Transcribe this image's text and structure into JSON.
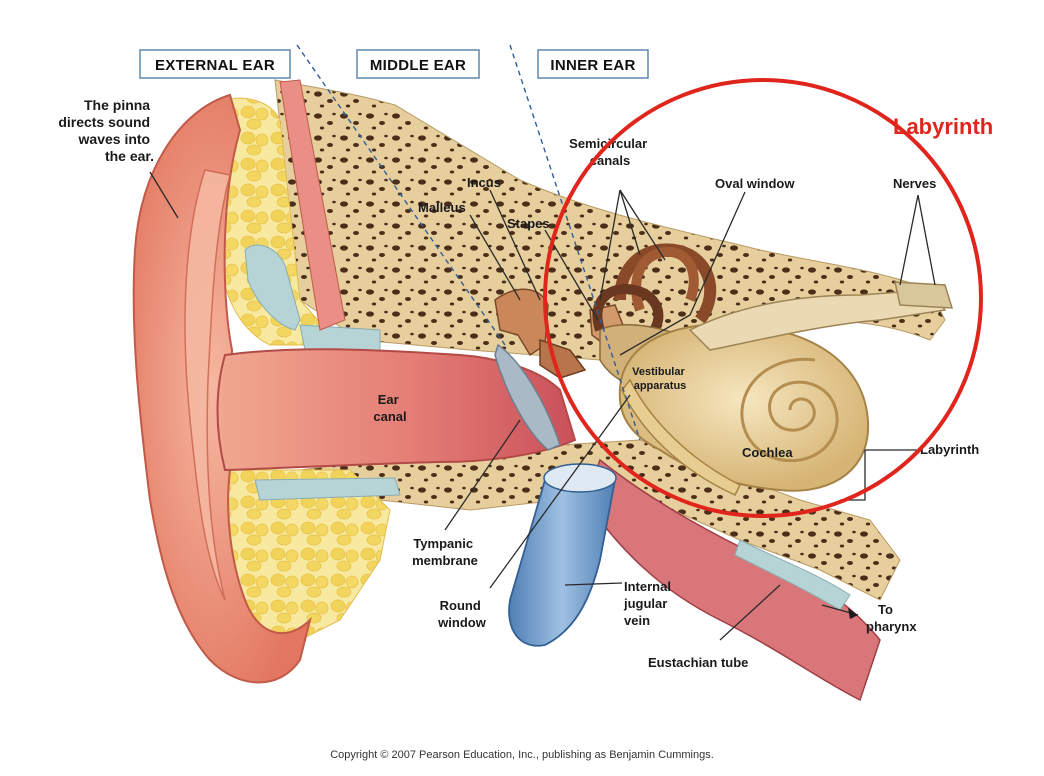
{
  "sections": {
    "external": "EXTERNAL EAR",
    "middle": "MIDDLE EAR",
    "inner": "INNER EAR"
  },
  "pinna_caption": {
    "line1_prefix": "The ",
    "line1_bold": "pinna",
    "line2": "directs sound",
    "line3": "waves into",
    "line4": "the ear."
  },
  "labels": {
    "semicircular_1": "Semicircular",
    "semicircular_2": "canals",
    "incus": "Incus",
    "malleus": "Malleus",
    "stapes": "Stapes",
    "oval_window": "Oval window",
    "nerves": "Nerves",
    "ear_canal_1": "Ear",
    "ear_canal_2": "canal",
    "vestibular_1": "Vestibular",
    "vestibular_2": "apparatus",
    "cochlea": "Cochlea",
    "labyrinth": "Labyrinth",
    "tympanic_1": "Tympanic",
    "tympanic_2": "membrane",
    "round_1": "Round",
    "round_2": "window",
    "jugular_1": "Internal",
    "jugular_2": "jugular",
    "jugular_3": "vein",
    "pharynx_1": "To",
    "pharynx_2": "pharynx",
    "eustachian": "Eustachian tube"
  },
  "annotation": {
    "text": "Labyrinth",
    "color": "#e0251c"
  },
  "copyright": "Copyright © 2007 Pearson Education, Inc., publishing as Benjamin Cummings.",
  "colors": {
    "skin": "#e8846d",
    "skin_light": "#f3b09a",
    "fat": "#f4df7a",
    "bone": "#e6cf9c",
    "bone_pore": "#4a2e1a",
    "cartilage": "#b6d3d6",
    "vein": "#6f9bc9",
    "cochlea": "#e7cd8f",
    "canal": "#d9676a"
  }
}
